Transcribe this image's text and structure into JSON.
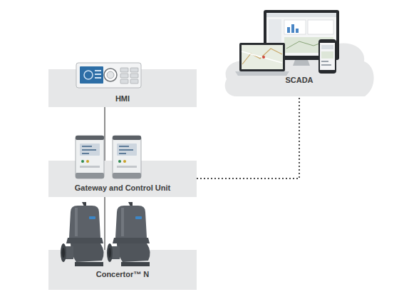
{
  "diagram": {
    "nodes": [
      {
        "text": [
          "HMI"
        ]
      },
      {
        "text": [
          "Gateway and Control Unit"
        ]
      },
      {
        "text": [
          "Concertor™ N"
        ]
      },
      {
        "text": [
          "SCADA"
        ]
      }
    ],
    "edges": [
      {
        "from": 0,
        "to": 1,
        "arrow": "none"
      },
      {
        "from": 1,
        "to": 2,
        "arrow": "none"
      },
      {
        "from": 1,
        "to": 3,
        "arrow": "none"
      }
    ]
  }
}
